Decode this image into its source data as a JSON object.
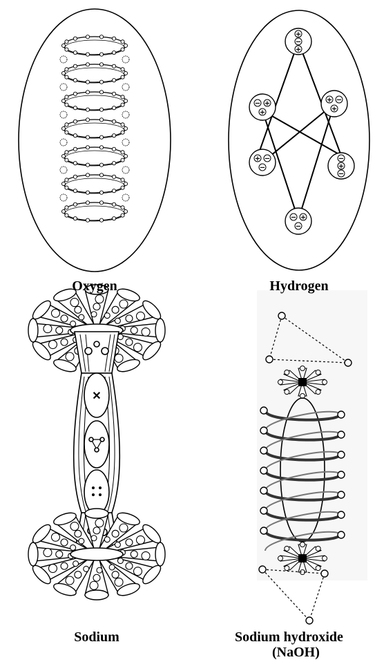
{
  "captions": {
    "oxygen": "Oxygen",
    "hydrogen": "Hydrogen",
    "sodium": "Sodium",
    "sodium_hydroxide_line1": "Sodium hydroxide",
    "sodium_hydroxide_line2": "(NaOH)"
  },
  "colors": {
    "ink": "#000000",
    "paper": "#ffffff"
  },
  "hydrogen_bodies": [
    {
      "signs": [
        "+",
        "−",
        "+"
      ]
    },
    {
      "signs": [
        "−",
        "+",
        "+"
      ]
    },
    {
      "signs": [
        "+",
        "−",
        "+"
      ]
    },
    {
      "signs": [
        "+",
        "−",
        "−"
      ]
    },
    {
      "signs": [
        "−",
        "+",
        "−"
      ]
    },
    {
      "signs": [
        "−",
        "+",
        "−"
      ]
    }
  ]
}
